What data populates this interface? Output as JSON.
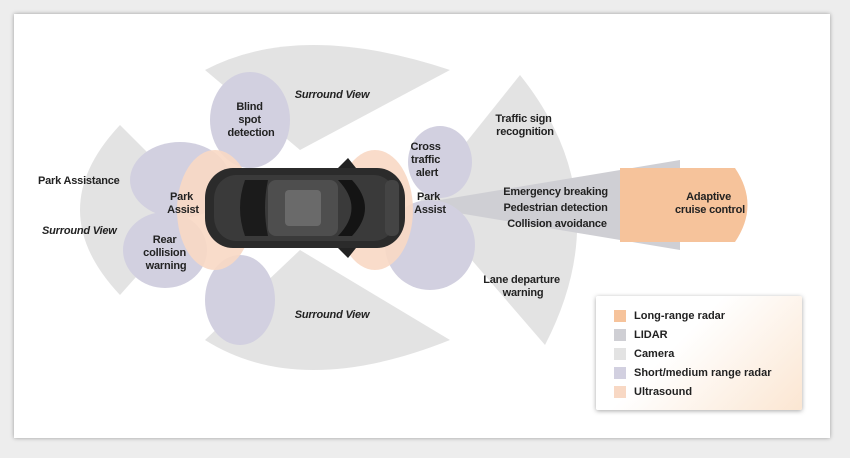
{
  "labels": {
    "surround_view_top": "Surround View",
    "blind_spot": [
      "Blind",
      "spot",
      "detection"
    ],
    "traffic_sign": [
      "Traffic sign",
      "recognition"
    ],
    "cross_traffic": [
      "Cross",
      "traffic",
      "alert"
    ],
    "park_assistance": "Park Assistance",
    "park_assist_rear": [
      "Park",
      "Assist"
    ],
    "park_assist_front": [
      "Park",
      "Assist"
    ],
    "surround_view_left": "Surround View",
    "rear_collision": [
      "Rear",
      "collision",
      "warning"
    ],
    "emergency": [
      "Emergency breaking",
      "Pedestrian detection",
      "Collision avoidance"
    ],
    "adaptive_cruise": [
      "Adaptive",
      "cruise control"
    ],
    "lane_departure": [
      "Lane departure",
      "warning"
    ],
    "surround_view_bottom": "Surround View"
  },
  "legend": [
    {
      "label": "Long-range radar",
      "color": "#f6c39b"
    },
    {
      "label": "LIDAR",
      "color": "#cfcfd4"
    },
    {
      "label": "Camera",
      "color": "#e3e3e3"
    },
    {
      "label": "Short/medium range radar",
      "color": "#d2d0e0"
    },
    {
      "label": "Ultrasound",
      "color": "#f8d8c4"
    }
  ],
  "colors": {
    "long_range_radar": "#f6c39b",
    "lidar": "#cfcfd4",
    "camera": "#e3e3e3",
    "short_medium_radar": "#d2d0e0",
    "ultrasound": "#f8d8c4",
    "car_body": "#2b2b2b"
  },
  "icons": {
    "vehicle": "car-top-view-icon"
  }
}
